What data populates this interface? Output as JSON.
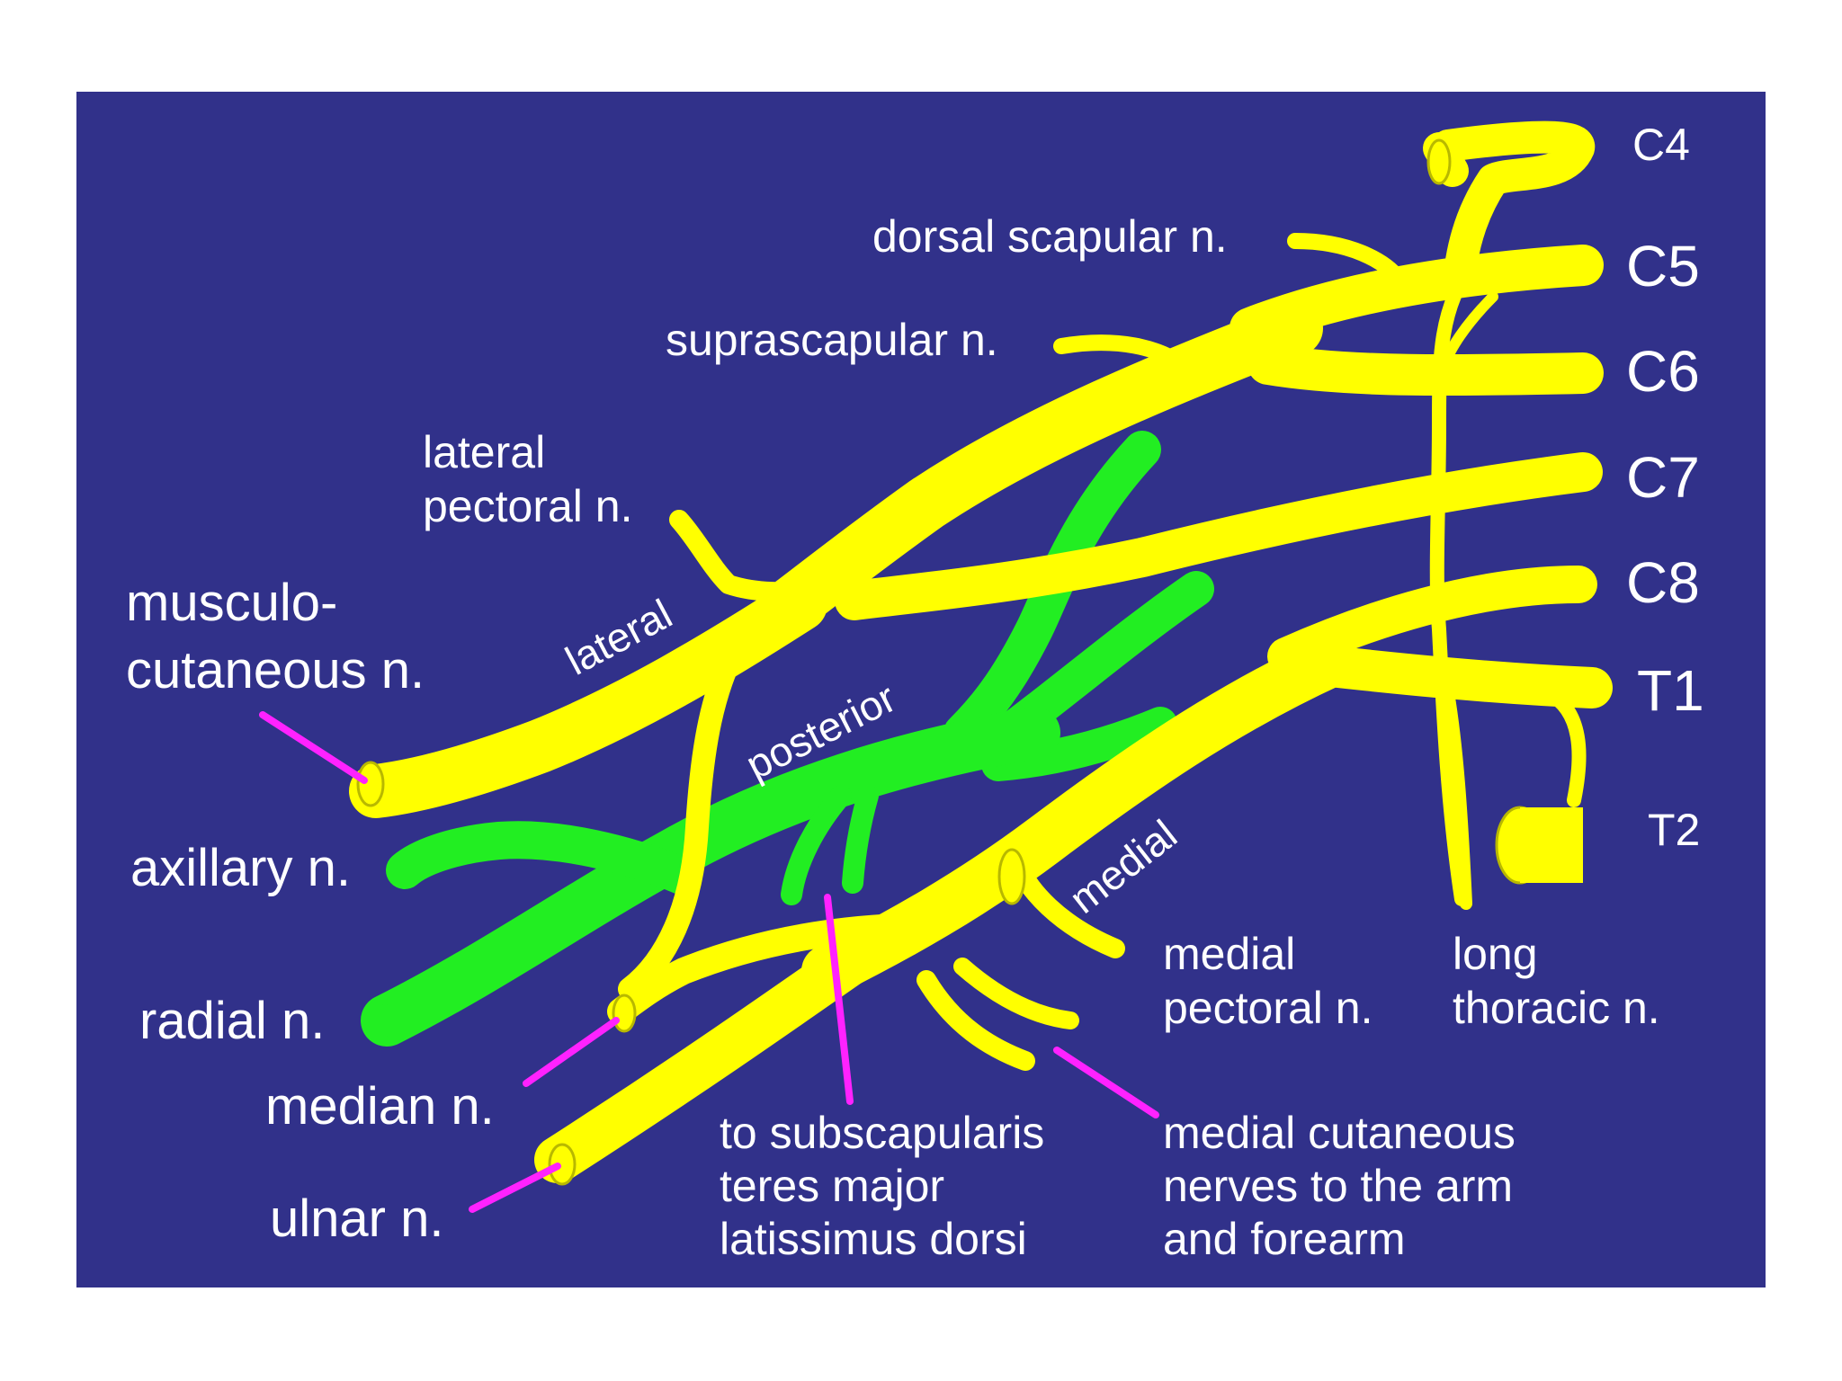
{
  "diagram": {
    "colors": {
      "panel": "#31318A",
      "nerve": "#FFFF00",
      "posterior": "#22EE22",
      "pointer": "#FF22FF",
      "text": "#FFFFFF",
      "background": "#FFFFFF"
    },
    "roots": {
      "c4": "C4",
      "c5": "C5",
      "c6": "C6",
      "c7": "C7",
      "c8": "C8",
      "t1": "T1",
      "t2": "T2"
    },
    "cords": {
      "lateral": "lateral",
      "posterior": "posterior",
      "medial": "medial"
    },
    "labels": {
      "dorsal_scapular": "dorsal scapular n.",
      "suprascapular": "suprascapular n.",
      "lateral_pectoral_1": "lateral",
      "lateral_pectoral_2": "pectoral n.",
      "musculocutaneous_1": "musculo-",
      "musculocutaneous_2": "cutaneous n.",
      "axillary": "axillary n.",
      "radial": "radial n.",
      "median": "median n.",
      "ulnar": "ulnar n.",
      "subscap_1": "to subscapularis",
      "subscap_2": "teres major",
      "subscap_3": "latissimus dorsi",
      "medial_cutaneous_1": "medial cutaneous",
      "medial_cutaneous_2": "nerves to the arm",
      "medial_cutaneous_3": "and forearm",
      "medial_pectoral_1": "medial",
      "medial_pectoral_2": "pectoral n.",
      "long_thoracic_1": "long",
      "long_thoracic_2": "thoracic n."
    }
  }
}
